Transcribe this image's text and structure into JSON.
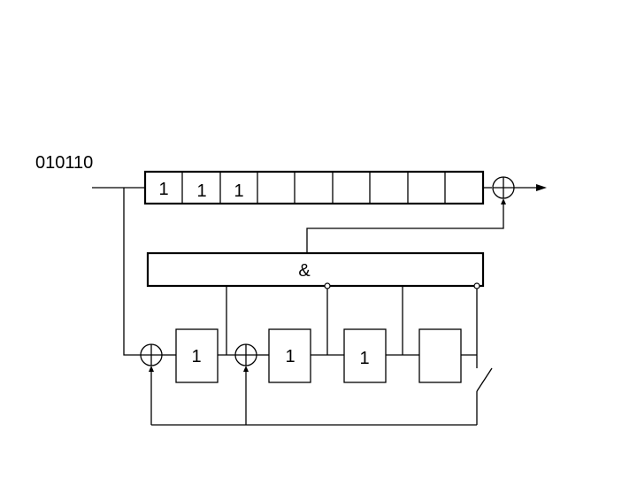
{
  "input_sequence": "010110",
  "shift_register": {
    "cells": [
      "1",
      "1",
      "1",
      "",
      "",
      "",
      "",
      "",
      "",
      ""
    ]
  },
  "and_gate": {
    "symbol": "&"
  },
  "feedback_register": {
    "cells": [
      "1",
      "1",
      "1",
      ""
    ]
  }
}
